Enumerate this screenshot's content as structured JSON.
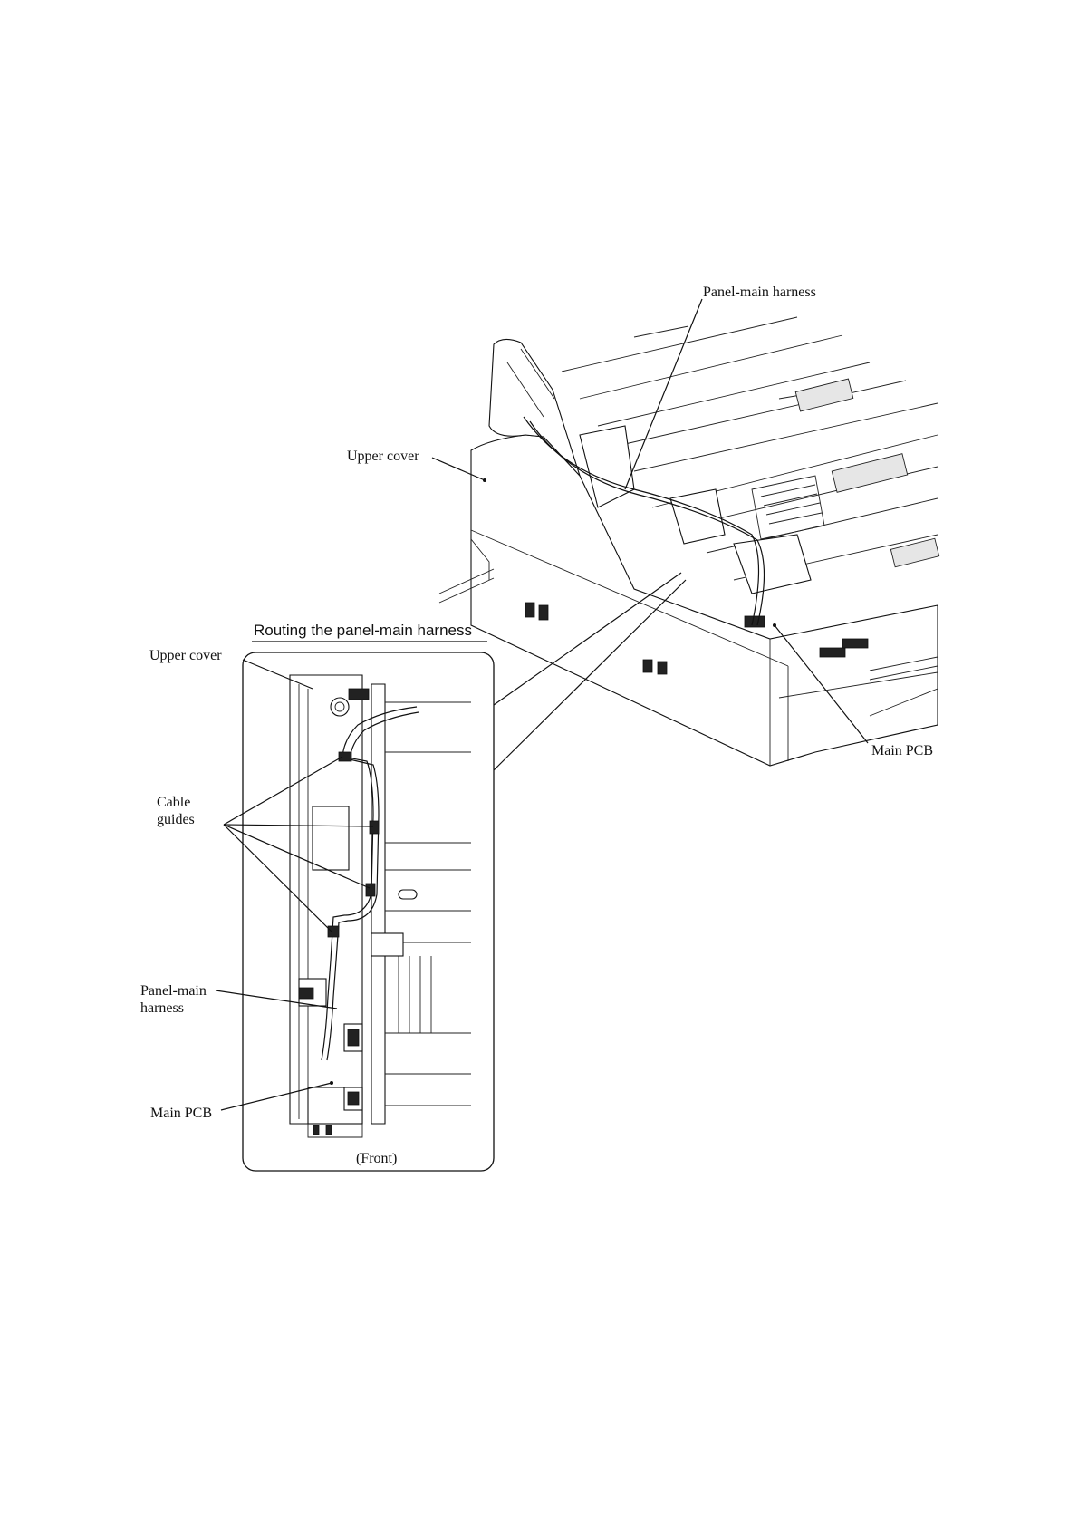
{
  "labels": {
    "panel_main_harness_top": "Panel-main harness",
    "upper_cover_top": "Upper cover",
    "main_pcb_right": "Main PCB",
    "inset_title": "Routing the panel-main harness",
    "upper_cover_inset": "Upper cover",
    "cable_guides_line1": "Cable",
    "cable_guides_line2": "guides",
    "panel_main_line1": "Panel-main",
    "panel_main_line2": "harness",
    "main_pcb_inset": "Main PCB",
    "front": "(Front)"
  }
}
